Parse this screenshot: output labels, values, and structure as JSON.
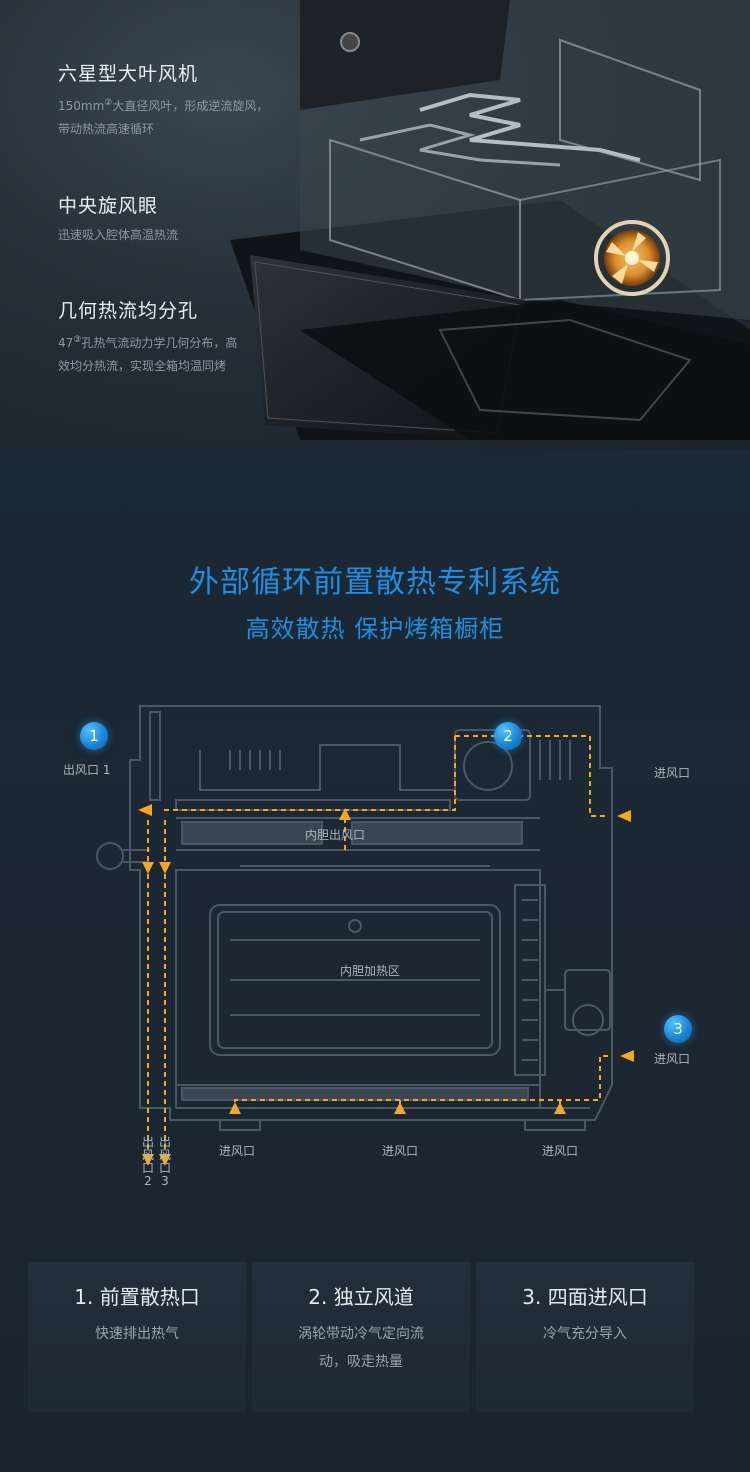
{
  "features": [
    {
      "title": "六星型大叶风机",
      "desc_pre": "150mm",
      "sup": "②",
      "desc_post": "大直径风叶，形成逆流旋风，",
      "desc_line2": "带动热流高速循环"
    },
    {
      "title": "中央旋风眼",
      "desc": "迅速吸入腔体高温热流"
    },
    {
      "title": "几何热流均分孔",
      "desc_pre": "47",
      "sup": "③",
      "desc_post": "孔热气流动力学几何分布，高",
      "desc_line2": "效均分热流，实现全箱均温同烤"
    }
  ],
  "heading": {
    "title": "外部循环前置散热专利系统",
    "subtitle": "高效散热 保护烤箱橱柜"
  },
  "diagram": {
    "badges": [
      "1",
      "2",
      "3"
    ],
    "labels": {
      "outlet1": "出风口 1",
      "inlet_right_top": "进风口",
      "inner_outlet": "内胆出风口",
      "inner_heating": "内胆加热区",
      "inlet_right_bottom": "进风口",
      "inlet_bottom_left": "进风口",
      "inlet_bottom_mid": "进风口",
      "inlet_bottom_right": "进风口",
      "outlet2": "出风口2",
      "outlet3": "出风口3"
    },
    "colors": {
      "line": "#4a5866",
      "arrow": "#f5a623",
      "accent": "#1f8ee0"
    }
  },
  "cards": [
    {
      "title": "1. 前置散热口",
      "desc": "快速排出热气"
    },
    {
      "title": "2. 独立风道",
      "desc": "涡轮带动冷气定向流动，吸走热量"
    },
    {
      "title": "3. 四面进风口",
      "desc": "冷气充分导入"
    }
  ]
}
